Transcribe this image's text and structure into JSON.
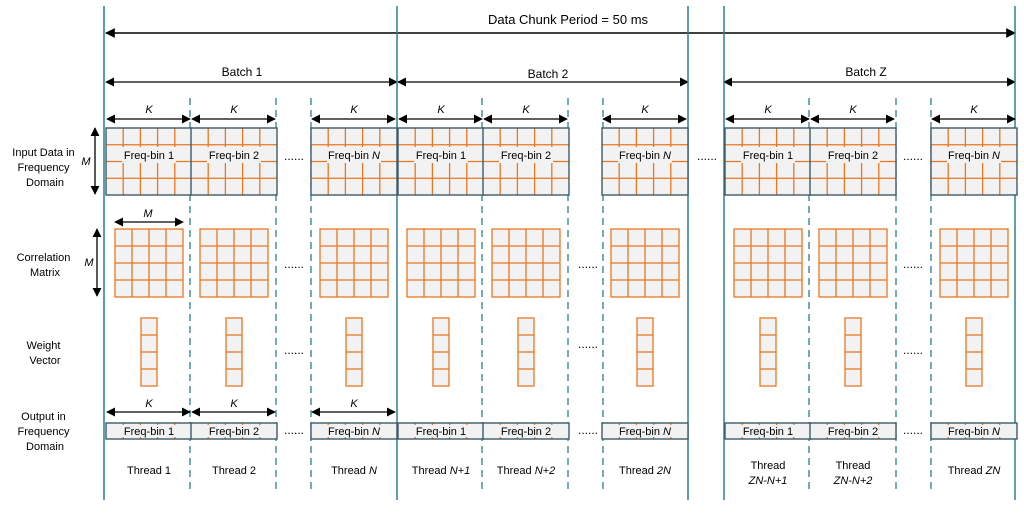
{
  "title": "Data Chunk Period = 50 ms",
  "rows": {
    "input": [
      "Input Data in",
      "Frequency",
      "Domain"
    ],
    "correlation": [
      "Correlation",
      "Matrix"
    ],
    "weight": [
      "Weight",
      "Vector"
    ],
    "output": [
      "Output in",
      "Frequency",
      "Domain"
    ]
  },
  "symbols": {
    "K": "K",
    "M": "M",
    "ellipsis": "......"
  },
  "batches": [
    {
      "label": "Batch 1"
    },
    {
      "label": "Batch 2"
    },
    {
      "label": "Batch Z"
    }
  ],
  "columns": [
    {
      "bin": "Freq-bin 1",
      "thread": [
        "Thread 1"
      ]
    },
    {
      "bin": "Freq-bin 2",
      "thread": [
        "Thread 2"
      ]
    },
    {
      "bin": "Freq-bin N",
      "thread": [
        "Thread N"
      ]
    },
    {
      "bin": "Freq-bin 1",
      "thread": [
        "Thread N+1"
      ]
    },
    {
      "bin": "Freq-bin 2",
      "thread": [
        "Thread N+2"
      ]
    },
    {
      "bin": "Freq-bin N",
      "thread": [
        "Thread 2N"
      ]
    },
    {
      "bin": "Freq-bin 1",
      "thread": [
        "Thread",
        "ZN-N+1"
      ]
    },
    {
      "bin": "Freq-bin 2",
      "thread": [
        "Thread",
        "ZN-N+2"
      ]
    },
    {
      "bin": "Freq-bin N",
      "thread": [
        "Thread ZN"
      ]
    }
  ],
  "colors": {
    "line": "#2e7f8f",
    "cell": "#e87722",
    "fill": "#f2f2f2",
    "border": "#3d5a66"
  }
}
